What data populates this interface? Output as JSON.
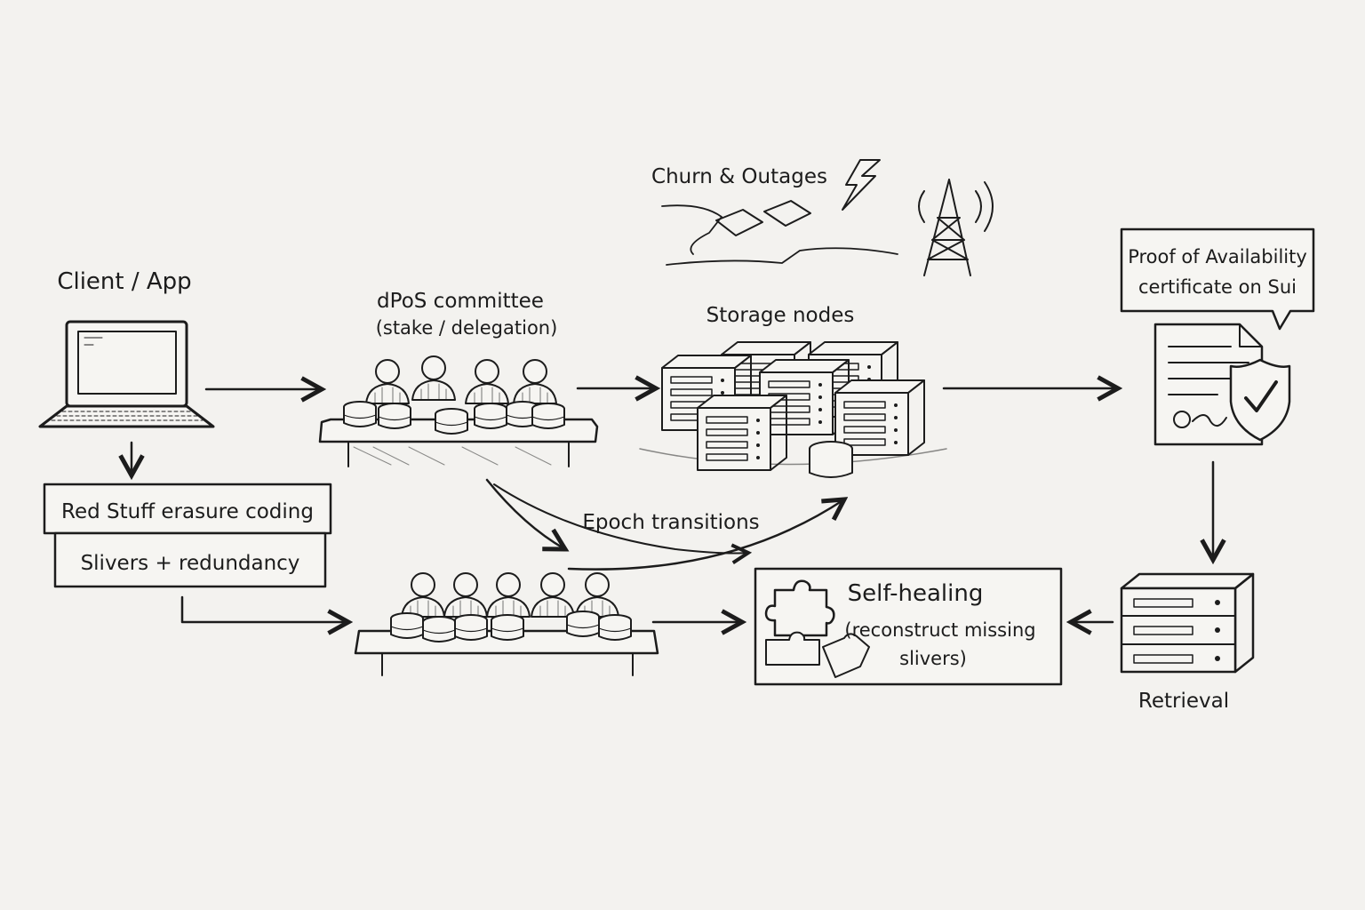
{
  "labels": {
    "client": "Client / App",
    "erasure": "Red Stuff erasure coding",
    "slivers": "Slivers + redundancy",
    "committee_title": "dPoS committee",
    "committee_sub": "(stake / delegation)",
    "churn": "Churn & Outages",
    "storage_nodes": "Storage nodes",
    "proof_line1": "Proof of Availability",
    "proof_line2": "certificate on Sui",
    "epoch": "Epoch transitions",
    "self_healing": "Self-healing",
    "reconstruct_line1": "(reconstruct missing",
    "reconstruct_line2": "slivers)",
    "retrieval": "Retrieval"
  },
  "icons": {
    "laptop": "laptop-icon",
    "committee": "people-at-table-icon",
    "servers": "server-cluster-icon",
    "lightning": "lightning-icon",
    "tower": "radio-tower-icon",
    "certificate": "certificate-document-icon",
    "shield": "shield-check-icon",
    "puzzle": "puzzle-pieces-icon",
    "server_stack": "server-stack-icon"
  },
  "colors": {
    "ink": "#1c1c1c",
    "paper": "#f3f2ef"
  }
}
